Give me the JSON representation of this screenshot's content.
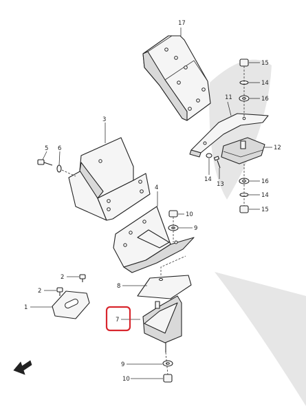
{
  "labels": {
    "l1": "1",
    "l2a": "2",
    "l2b": "2",
    "l3": "3",
    "l4": "4",
    "l5": "5",
    "l6": "6",
    "l7": "7",
    "l8": "8",
    "l9a": "9",
    "l9b": "9",
    "l10a": "10",
    "l10b": "10",
    "l11": "11",
    "l12": "12",
    "l13": "13",
    "l14a": "14",
    "l14b": "14",
    "l14c": "14",
    "l15a": "15",
    "l15b": "15",
    "l16a": "16",
    "l16b": "16",
    "l17": "17"
  },
  "highlight": {
    "color": "#d8262d",
    "part": "7"
  },
  "colors": {
    "watermark": "#e6e6e6",
    "line": "#222222"
  }
}
